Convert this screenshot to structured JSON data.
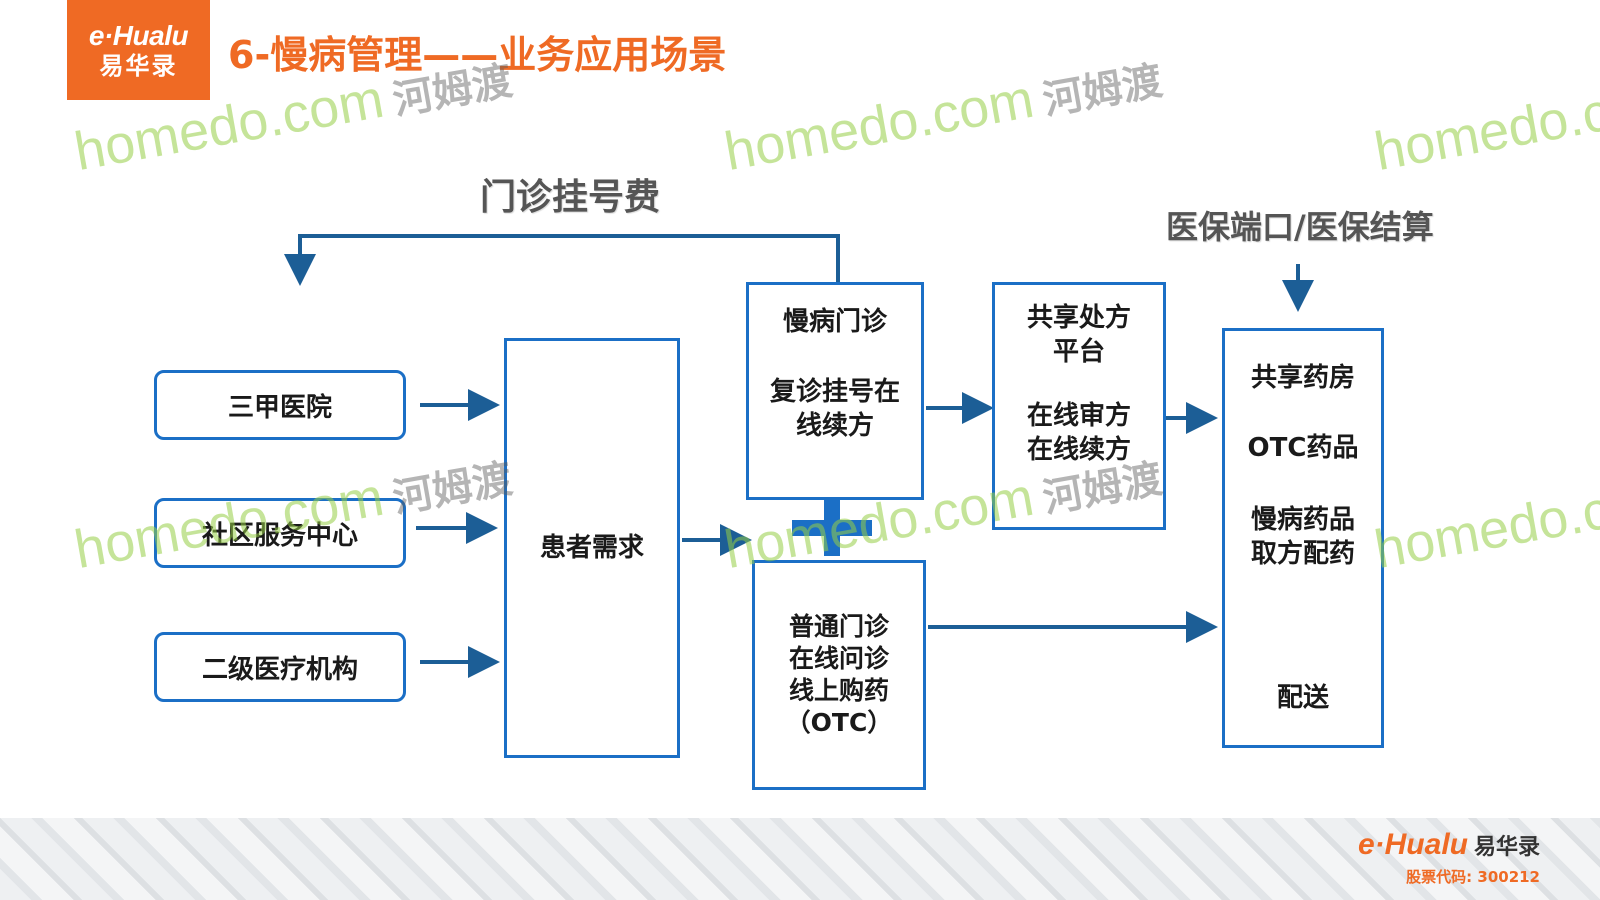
{
  "header": {
    "logo_top": "e·Hualu",
    "logo_bottom": "易华录",
    "title": "6-慢病管理——业务应用场景"
  },
  "labels": {
    "registration_fee": "门诊挂号费",
    "insurance": "医保端口/医保结算"
  },
  "hospitals": {
    "items": [
      "三甲医院",
      "社区服务中心",
      "二级医疗机构"
    ]
  },
  "patient_demand": "患者需求",
  "chronic_clinic": {
    "title": "慢病门诊",
    "body": "复诊挂号在\n线续方"
  },
  "general_clinic": {
    "body": "普通门诊\n在线问诊\n线上购药\n（OTC）"
  },
  "shared_prescription": {
    "title": "共享处方\n平台",
    "body": "在线审方\n在线续方"
  },
  "pharmacy": {
    "items": [
      "共享药房",
      "OTC药品",
      "慢病药品\n取方配药",
      "配送"
    ]
  },
  "footer": {
    "logo": "e·Hualu",
    "logo_cn": "易华录",
    "stock_code": "股票代码: 300212"
  },
  "watermark": {
    "text": "homedo.com",
    "cn": "河姆渡"
  },
  "colors": {
    "accent": "#ef6a24",
    "border": "#1b6fc6",
    "arrow": "#1c5e96",
    "plus": "#1b6fc6"
  }
}
